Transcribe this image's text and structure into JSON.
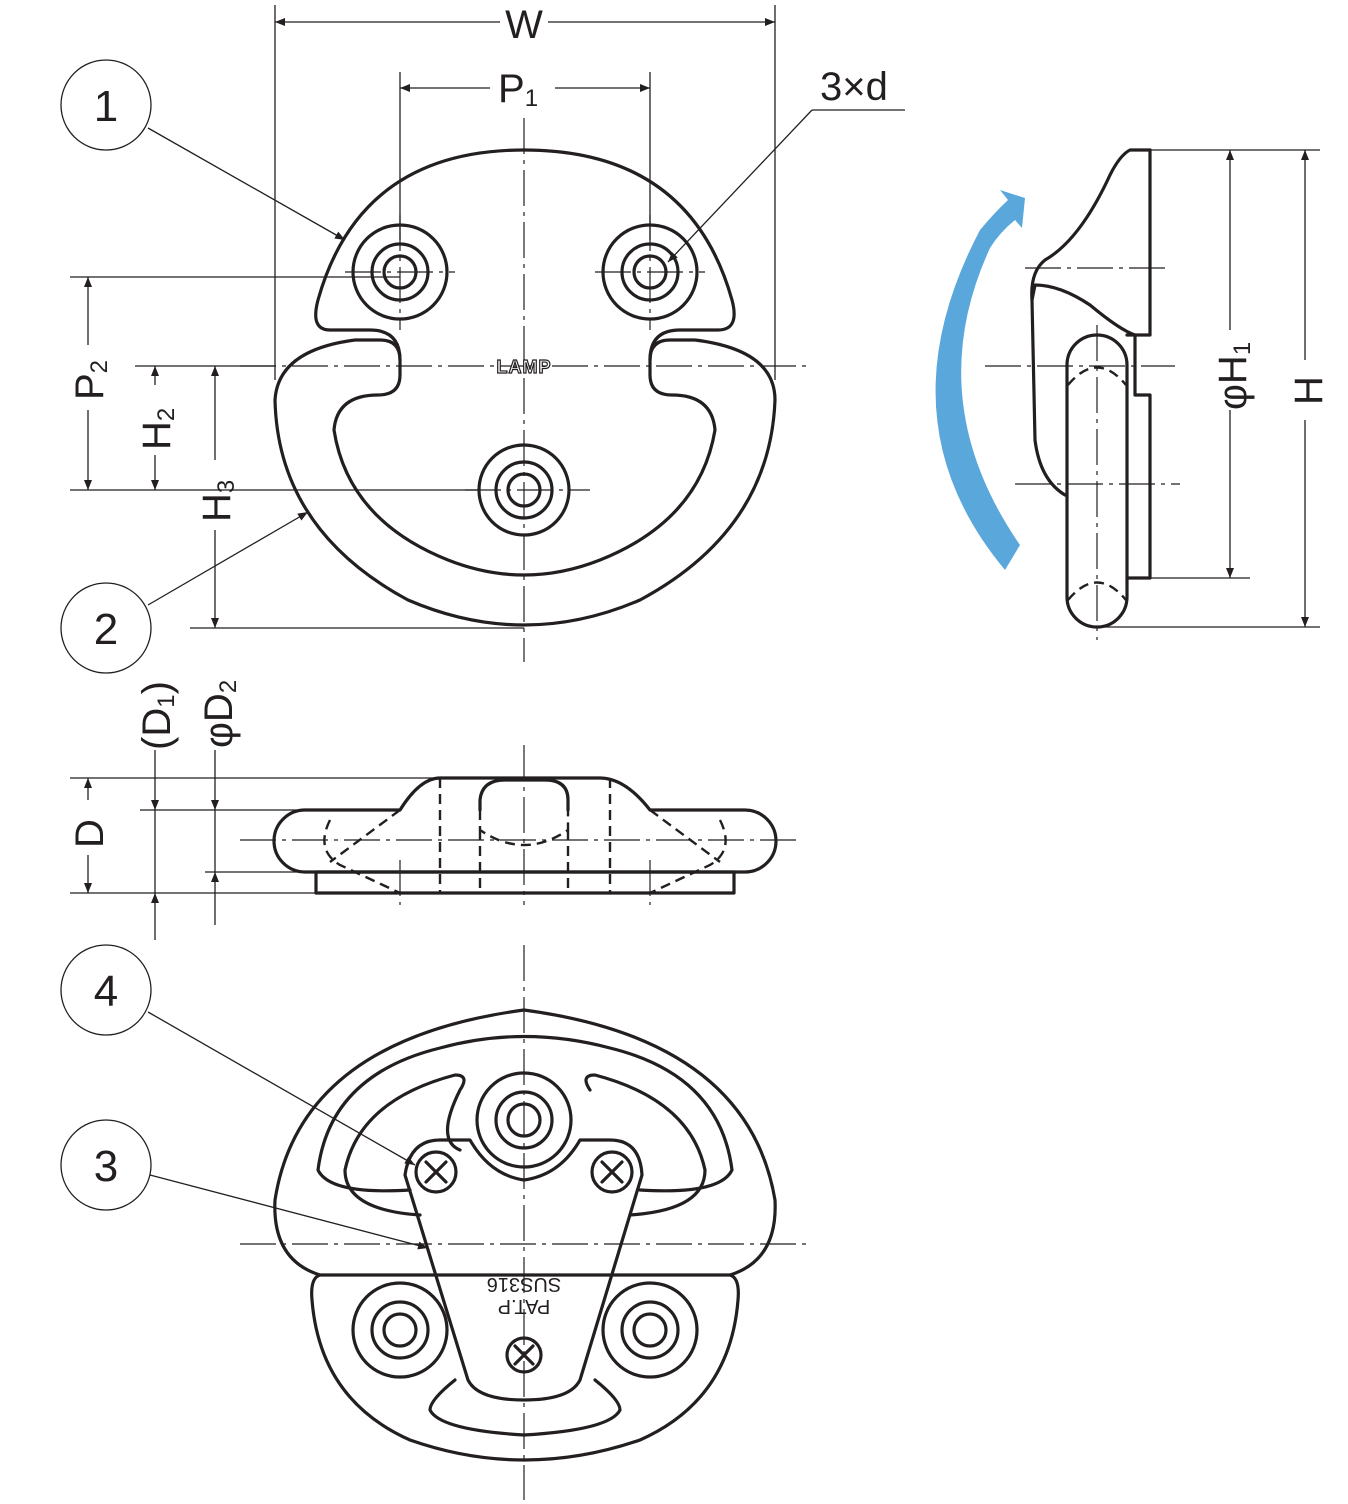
{
  "dimensions": {
    "width": "W",
    "pitch1": "P",
    "pitch1_sub": "1",
    "holes": "3×d",
    "pitch2": "P",
    "pitch2_sub": "2",
    "h2": "H",
    "h2_sub": "2",
    "h3": "H",
    "h3_sub": "3",
    "d1": "(D",
    "d1_sub": "1",
    "d1_close": ")",
    "d2": "φD",
    "d2_sub": "2",
    "depth": "D",
    "h1": "φH",
    "h1_sub": "1",
    "height": "H"
  },
  "balloons": [
    "1",
    "2",
    "3",
    "4"
  ],
  "markings": {
    "brand": "LAMP",
    "material": "SUS316",
    "patent": "PAT.P"
  },
  "colors": {
    "line": "#231f20",
    "arrow": "#5aa7dc"
  }
}
